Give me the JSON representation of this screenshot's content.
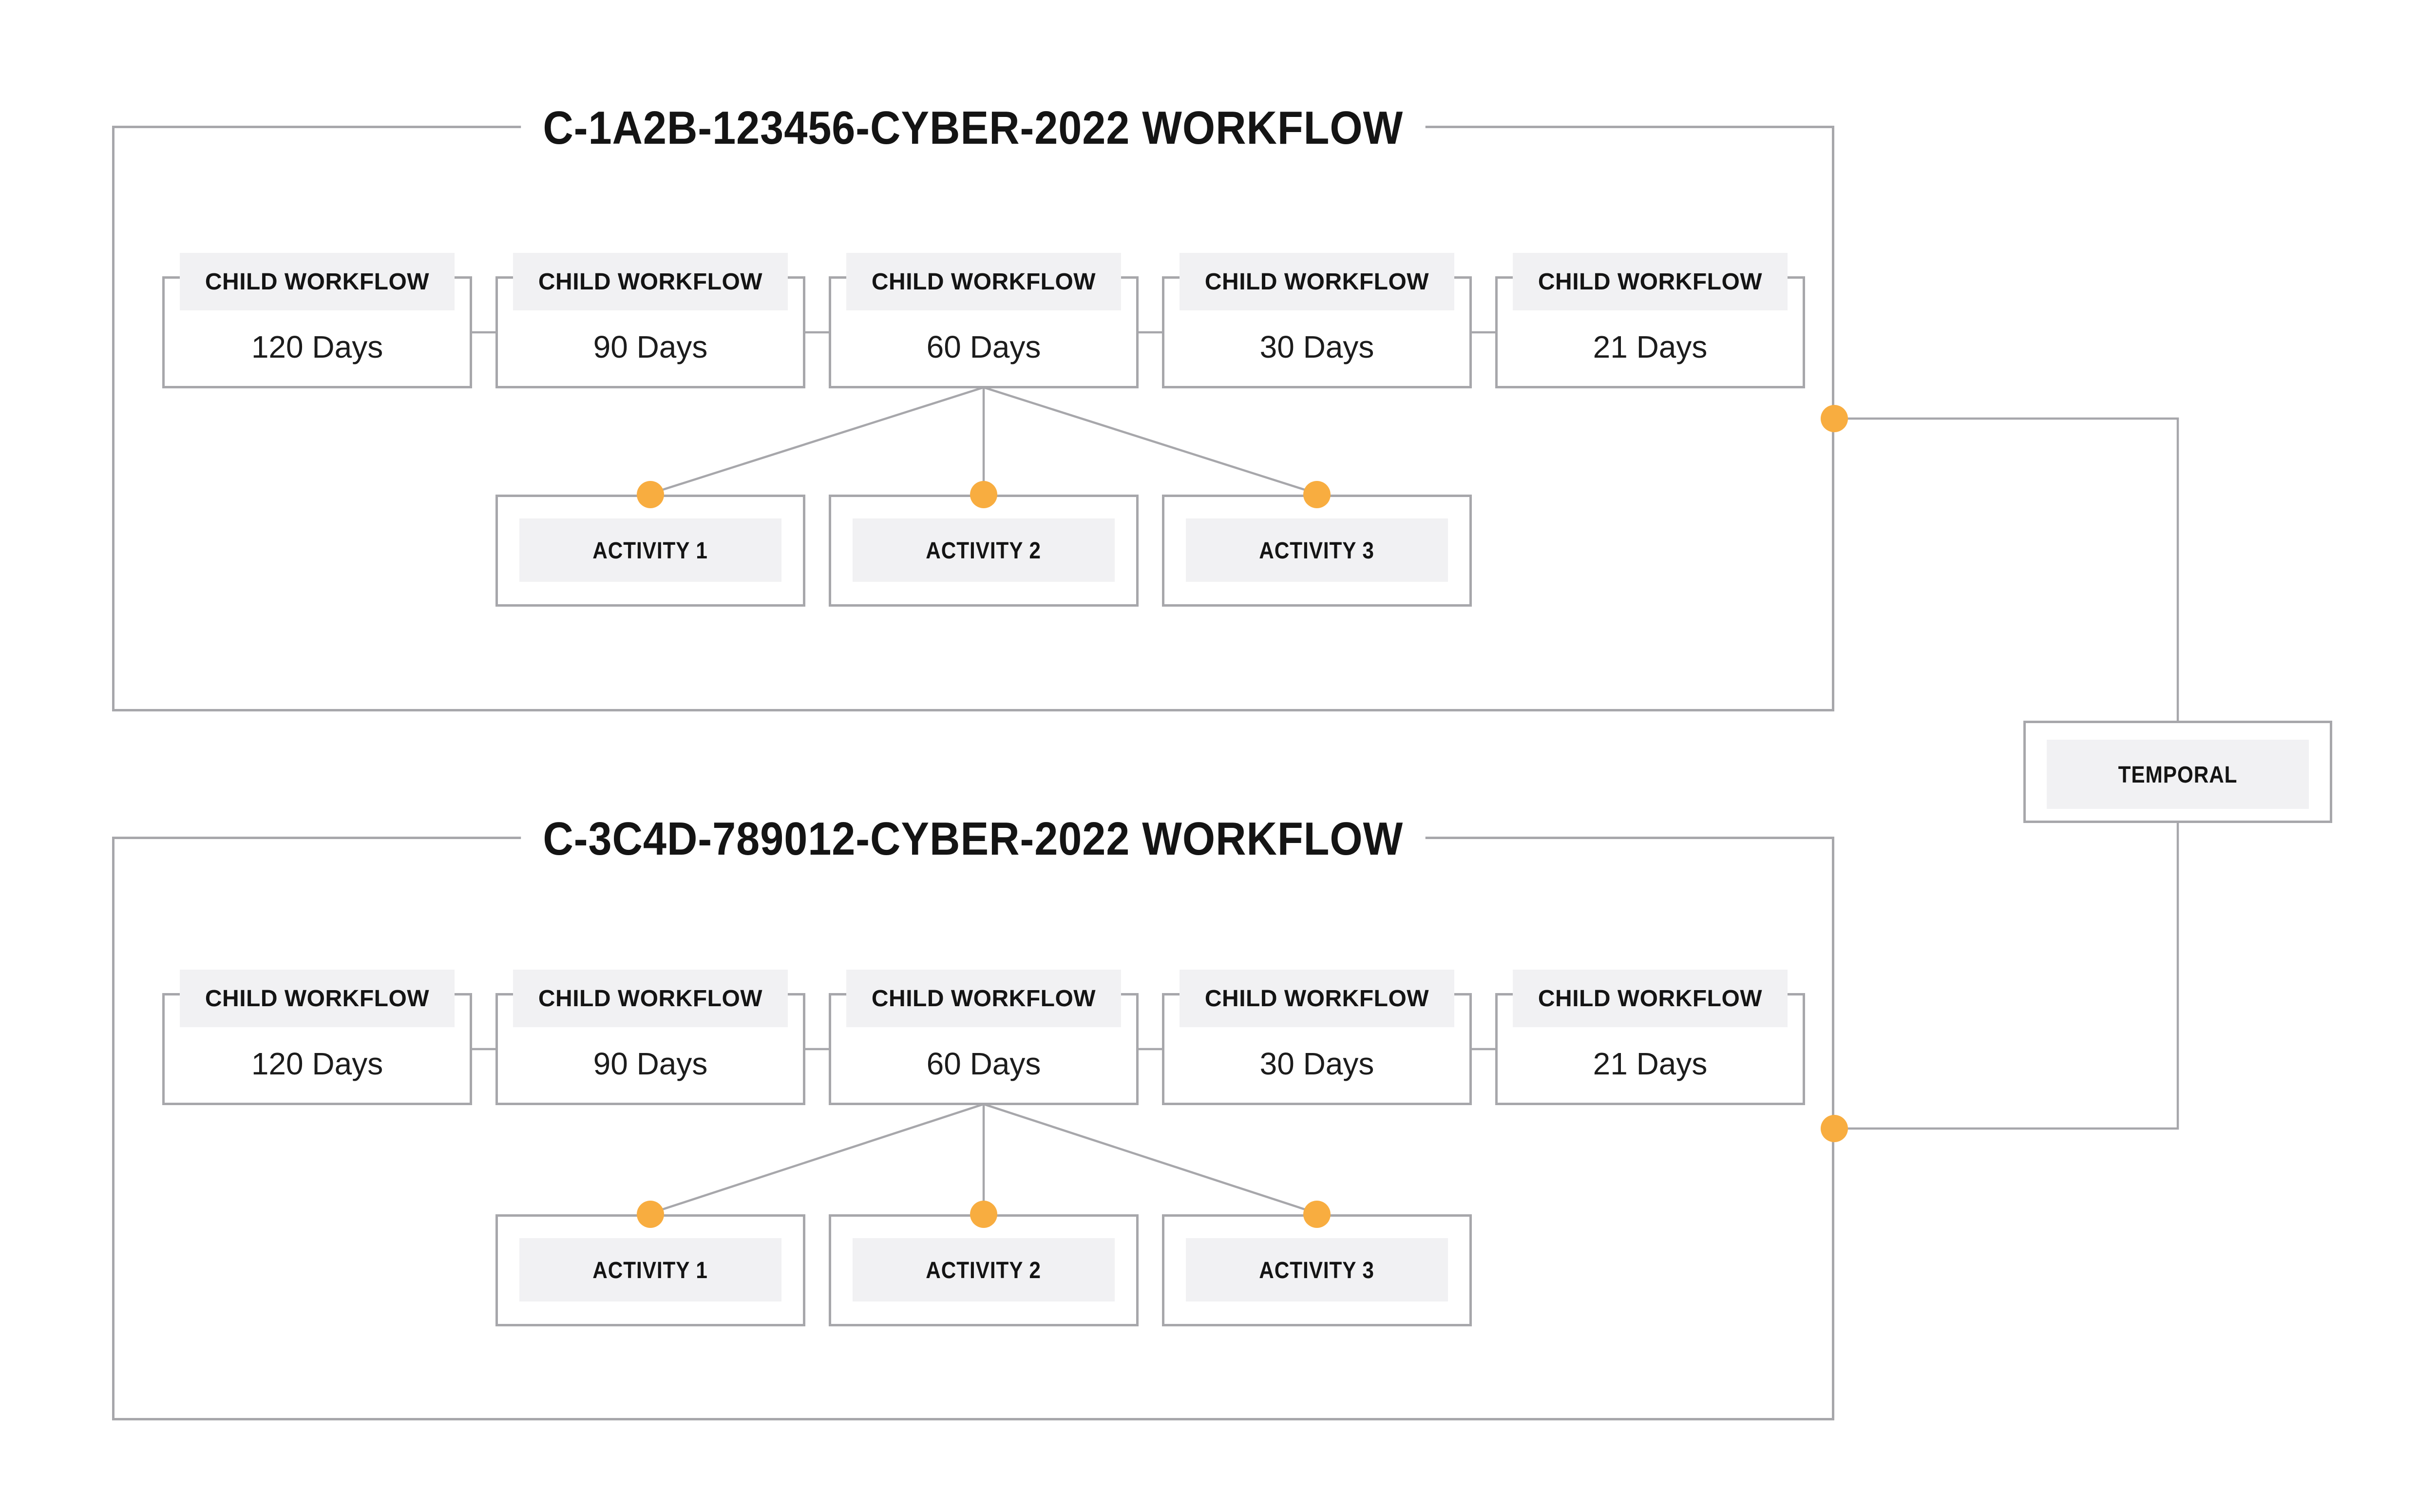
{
  "diagram": {
    "colors": {
      "line": "#a7a7ab",
      "plate": "#f1f1f3",
      "dot": "#f8ad40",
      "ink": "#141414",
      "paper": "#ffffff"
    },
    "workflows": [
      {
        "title": "C-1A2B-123456-CYBER-2022 WORKFLOW",
        "children": [
          {
            "label": "CHILD WORKFLOW",
            "duration": "120 Days"
          },
          {
            "label": "CHILD WORKFLOW",
            "duration": "90 Days"
          },
          {
            "label": "CHILD WORKFLOW",
            "duration": "60 Days"
          },
          {
            "label": "CHILD WORKFLOW",
            "duration": "30 Days"
          },
          {
            "label": "CHILD WORKFLOW",
            "duration": "21 Days"
          }
        ],
        "activities": [
          {
            "label": "ACTIVITY 1"
          },
          {
            "label": "ACTIVITY 2"
          },
          {
            "label": "ACTIVITY 3"
          }
        ]
      },
      {
        "title": "C-3C4D-789012-CYBER-2022 WORKFLOW",
        "children": [
          {
            "label": "CHILD WORKFLOW",
            "duration": "120 Days"
          },
          {
            "label": "CHILD WORKFLOW",
            "duration": "90 Days"
          },
          {
            "label": "CHILD WORKFLOW",
            "duration": "60 Days"
          },
          {
            "label": "CHILD WORKFLOW",
            "duration": "30 Days"
          },
          {
            "label": "CHILD WORKFLOW",
            "duration": "21 Days"
          }
        ],
        "activities": [
          {
            "label": "ACTIVITY 1"
          },
          {
            "label": "ACTIVITY 2"
          },
          {
            "label": "ACTIVITY 3"
          }
        ]
      }
    ],
    "temporal": {
      "label": "TEMPORAL"
    }
  }
}
